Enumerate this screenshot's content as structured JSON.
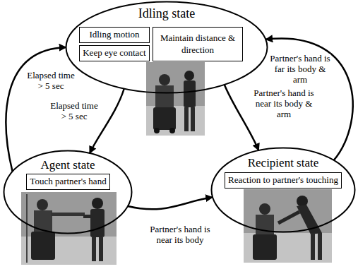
{
  "diagram": {
    "nodes": [
      {
        "text": [
          "Idling state"
        ]
      },
      {
        "text": [
          "Idling motion"
        ],
        "in": 0
      },
      {
        "text": [
          "Keep eye contact"
        ],
        "in": 0
      },
      {
        "text": [
          "Maintain distance & direction"
        ],
        "in": 0
      },
      {
        "text": [
          "Agent state"
        ]
      },
      {
        "text": [
          "Touch partner's hand"
        ],
        "in": 4
      },
      {
        "text": [
          "Recipient state"
        ]
      },
      {
        "text": [
          "Reaction to partner's touching"
        ],
        "in": 6
      }
    ],
    "edges": [
      {
        "from": 4,
        "to": 0,
        "label": "Elapsed time > 5 sec",
        "arrow": "to"
      },
      {
        "from": 0,
        "to": 4,
        "label": "Elapsed time > 5 sec",
        "arrow": "to"
      },
      {
        "from": 0,
        "to": 6,
        "label": "Partner's hand is near its body & arm",
        "arrow": "to"
      },
      {
        "from": 6,
        "to": 0,
        "label": "Partner's hand is far its body & arm",
        "arrow": "to"
      },
      {
        "from": 4,
        "to": 6,
        "label": "Partner's hand is near its body",
        "arrow": "to"
      }
    ]
  }
}
